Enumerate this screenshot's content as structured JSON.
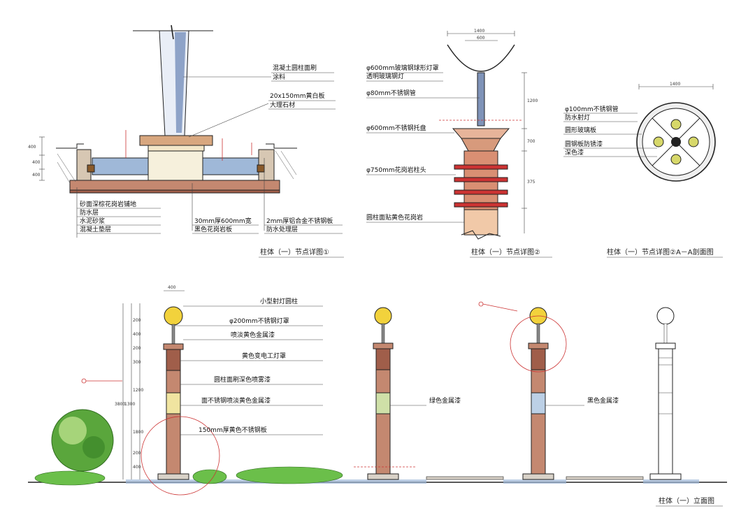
{
  "captions": {
    "detail1": "柱体（一）节点详图①",
    "detail2": "柱体（一）节点详图②",
    "section": "柱体（一）节点详图②A－A剖面图",
    "elevation": "柱体（一）立面图"
  },
  "detail1_labels": {
    "top_right_1": "混凝土圆柱面刷",
    "top_right_2": "涂料",
    "top_right_3": "20x150mm黄白板",
    "top_right_4": "大理石材",
    "bottom_left_1": "砂面深棕花岗岩铺地",
    "bottom_left_2": "防水层",
    "bottom_left_3": "水泥砂浆",
    "bottom_left_4": "混凝土垫层",
    "bottom_mid_1": "30mm厚600mm宽",
    "bottom_mid_2": "黑色花岗岩板",
    "bottom_right_1": "2mm厚铝合金不锈钢板",
    "bottom_right_2": "防水处理层"
  },
  "detail1_dims": [
    "400",
    "400",
    "400"
  ],
  "detail2_labels": {
    "l1": "φ600mm玻璃钢球形灯罩",
    "l2": "透明玻璃钢灯",
    "l3": "φ80mm不锈钢管",
    "l4": "φ600mm不锈钢托盘",
    "l5": "φ750mm花岗岩柱头",
    "l6": "圆柱面贴黄色花岗岩"
  },
  "detail2_dims": [
    "1400",
    "600",
    "1200",
    "700",
    "375"
  ],
  "section_labels": {
    "l1": "φ100mm不锈钢管",
    "l2": "防水射灯",
    "l3": "圆形玻璃板",
    "l4": "圆钢板防锈漆",
    "l5": "深色漆"
  },
  "section_dim": "1400",
  "elevation_labels": {
    "l1": "小型射灯圆柱",
    "l2": "φ200mm不锈钢灯罩",
    "l3": "喷淡黄色金属漆",
    "l4": "黄色变电工灯罩",
    "l5": "圆柱面刷深色喷雾漆",
    "l6": "面不锈钢喷淡黄色金属漆",
    "l7": "150mm厚黄色不锈钢板",
    "mid": "绿色金属漆",
    "right": "黑色金属漆"
  },
  "elevation_dims": [
    "400",
    "200",
    "400",
    "200",
    "300",
    "1200",
    "1800",
    "1300",
    "3800",
    "200",
    "400"
  ],
  "colors": {
    "ink": "#222222",
    "stone": "#c48870",
    "stone_dark": "#a05e4a",
    "red_accent": "#cc3333",
    "water": "#9fb8d8",
    "steel": "#7f93b8",
    "lamp": "#f2d23c",
    "tree": "#5aa63c",
    "shrub": "#6bbf4a",
    "gray_paving": "#d9d2c8"
  }
}
